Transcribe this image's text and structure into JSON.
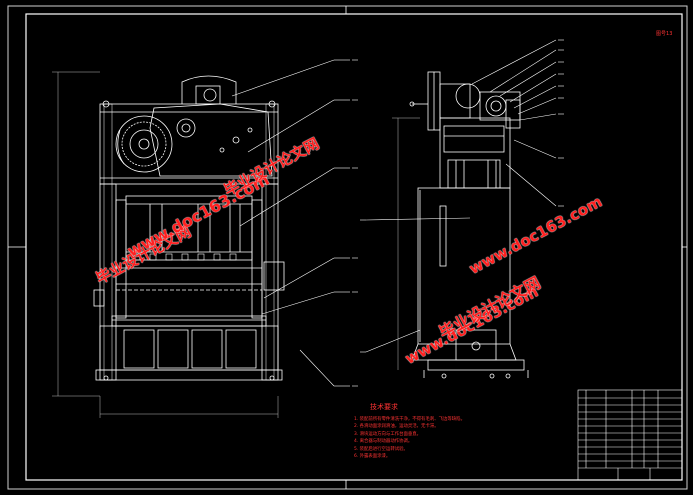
{
  "corner_label": "图号",
  "corner_number": "13",
  "tech_title": "技术要求",
  "tech_notes": [
    "1. 装配前所有零件清洗干净，不得有毛刺、飞边等缺陷。",
    "2. 各滑动面涂润滑油，运动灵活，无卡滞。",
    "3. 滑块运动方向与工作台面垂直。",
    "4. 离合器与制动器动作协调。",
    "5. 装配后进行空运转试验。",
    "6. 外露表面涂漆。"
  ],
  "watermarks": [
    {
      "text": "毕业设计论文网",
      "kind": "cn"
    },
    {
      "text": "www.doc163.com",
      "kind": "url"
    },
    {
      "text": "毕业设计论文网",
      "kind": "cn"
    },
    {
      "text": "www.doc163.com",
      "kind": "url"
    },
    {
      "text": "毕业设计论文网",
      "kind": "cn"
    },
    {
      "text": "www.doc163.com",
      "kind": "url"
    }
  ],
  "colors": {
    "line": "#ffffff",
    "note": "#ff3333",
    "watermark": "#ff2020",
    "dim": "#d0d0d0"
  }
}
